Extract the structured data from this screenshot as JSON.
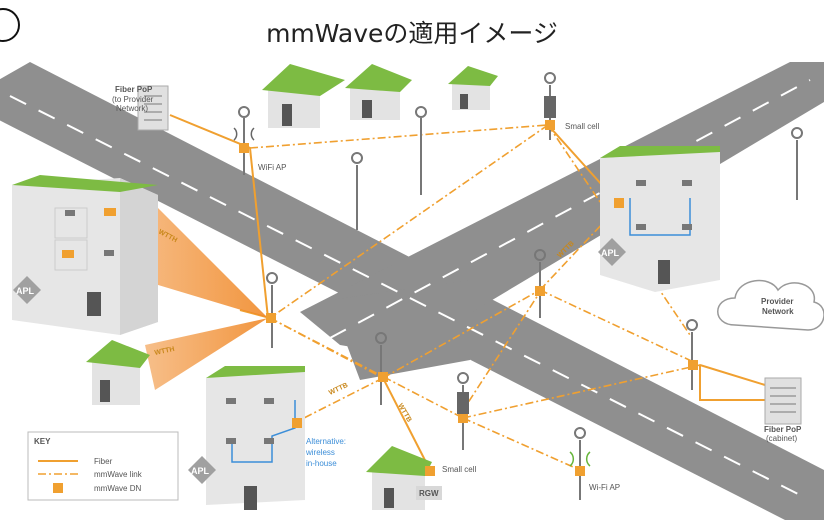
{
  "title": "mmWaveの適用イメージ",
  "labels": {
    "fiber_pop_top": "Fiber PoP",
    "fiber_pop_top_sub1": "(to Provider",
    "fiber_pop_top_sub2": "Network)",
    "wifi_ap_top": "WiFi AP",
    "small_cell_top": "Small cell",
    "wtth_1": "WTTH",
    "wtth_2": "WTTH",
    "wttb_right": "WTTB",
    "wttb_center": "WTTB",
    "wttb_lower": "WTTB",
    "apl_left": "APL",
    "apl_right": "APL",
    "apl_bottom": "APL",
    "provider_network_1": "Provider",
    "provider_network_2": "Network",
    "fiber_pop_right": "Fiber PoP",
    "fiber_pop_right_sub": "(cabinet)",
    "alt_wireless_1": "Alternative:",
    "alt_wireless_2": "wireless",
    "alt_wireless_3": "in-house",
    "small_cell_bottom": "Small cell",
    "rgw": "RGW",
    "wifi_ap_bottom": "Wi-Fi AP"
  },
  "key": {
    "title": "KEY",
    "fiber": "Fiber",
    "mmwave_link": "mmWave link",
    "mmwave_dn": "mmWave DN"
  },
  "colors": {
    "fiber": "#f0a030",
    "node": "#f0a030",
    "roof": "#7dbb43",
    "road": "#8f8f8f",
    "building": "#e9e9e9",
    "inhouse": "#3c8ed8"
  }
}
